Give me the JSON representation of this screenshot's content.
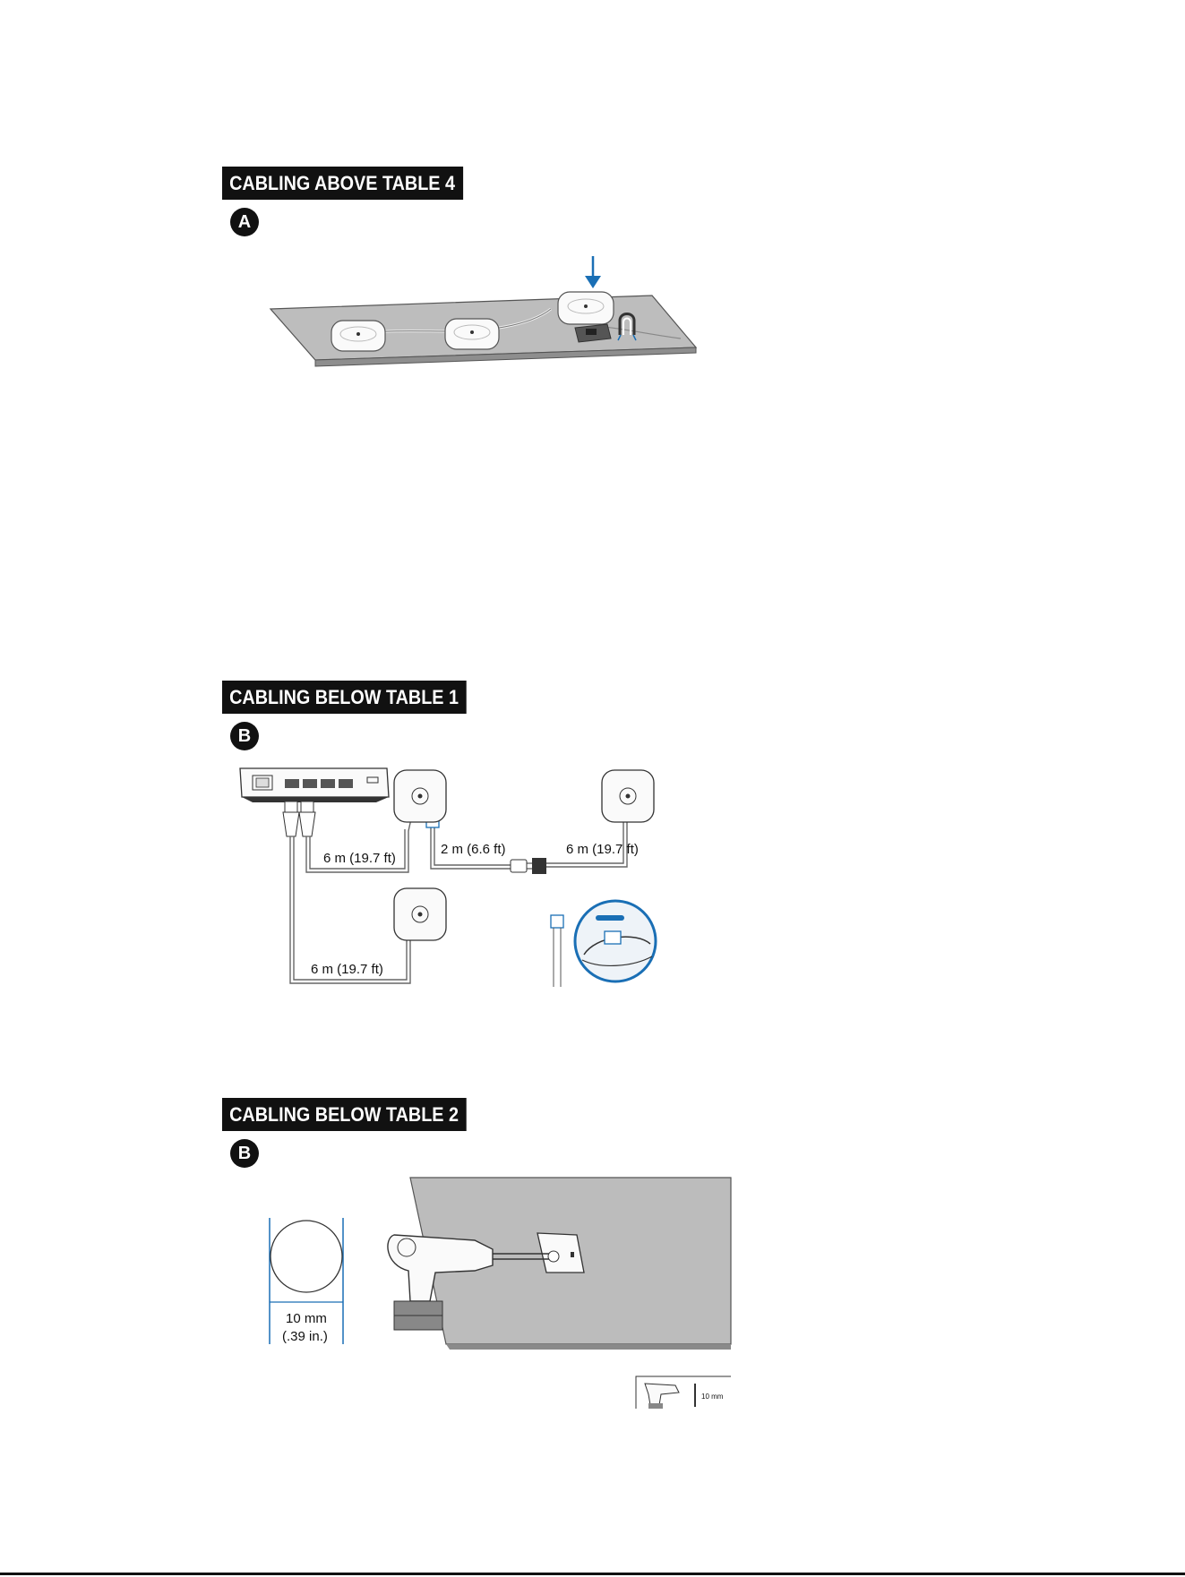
{
  "sections": [
    {
      "title": "CABLING ABOVE TABLE  4",
      "step": "A"
    },
    {
      "title": "CABLING BELOW TABLE  1",
      "step": "B"
    },
    {
      "title": "CABLING BELOW TABLE  2",
      "step": "B"
    }
  ],
  "fig_below1": {
    "cable_a": "6 m (19.7 ft)",
    "cable_b": "2 m (6.6 ft)",
    "cable_c": "6 m (19.7 ft)",
    "cable_d": "6 m (19.7 ft)"
  },
  "fig_below2": {
    "diameter_mm": "10 mm",
    "diameter_in": "(.39 in.)",
    "tool_spec": "10 mm"
  },
  "colors": {
    "accent": "#1a6fb5",
    "banner": "#111111",
    "table": "#b9b9b9"
  }
}
